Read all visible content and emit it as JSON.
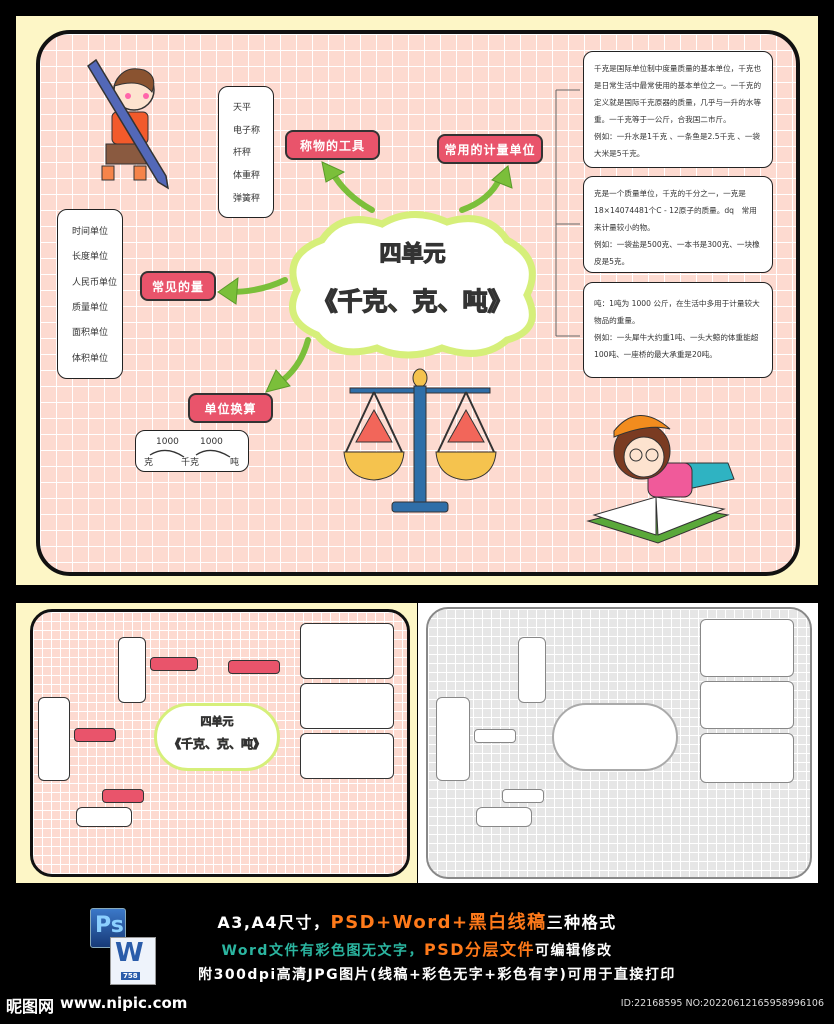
{
  "poster": {
    "center_title_line1": "四单元",
    "center_title_line2": "《千克、克、吨》",
    "branches": {
      "tools": "称物的工具",
      "units": "常用的计量单位",
      "common": "常见的量",
      "conversion": "单位换算"
    },
    "tools_list": [
      "天平",
      "电子称",
      "杆秤",
      "体重秤",
      "弹簧秤"
    ],
    "common_list": [
      "时间单位",
      "长度单位",
      "人民币单位",
      "质量单位",
      "面积单位",
      "体积单位"
    ],
    "conversion": {
      "rate1": "1000",
      "rate2": "1000",
      "unit1": "克",
      "unit2": "千克",
      "unit3": "吨"
    },
    "info_boxes": [
      {
        "lines": [
          "千克是国际单位制中度量质量的基本单位，千克也是日常生活中最常使用的基本单位之一。一千克的定义就是国际千克原器的质量，几乎与一升的水等重。一千克等于一公斤，合我国二市斤。",
          "例如：一升水是1千克 、一条鱼是2.5千克 、一袋大米是5千克。"
        ]
      },
      {
        "lines": [
          "克是一个质量单位，千克的千分之一，一克是18×14074481个C - 12原子的质量。dq　常用来计量较小的物。",
          "例如：一袋盐是500克、一本书是300克、一块橡皮是5克。"
        ]
      },
      {
        "lines": [
          "吨：1吨为 1000 公斤，在生活中多用于计量较大物品的重量。",
          "例如：一头犀牛大约重1吨、一头大鲸的体重能超100吨、一座桥的最大承重是20吨。"
        ]
      }
    ],
    "thumb_title_line1": "四单元",
    "thumb_title_line2": "《千克、克、吨》"
  },
  "footer": {
    "line1_a": "A3,A4尺寸，",
    "line1_b": "PSD+Word+黑白线稿",
    "line1_c": "三种格式",
    "line2_a": "Word文件有彩色图无文字，",
    "line2_b": "PSD分层文件",
    "line2_c": "可编辑修改",
    "line3": "附300dpi高清JPG图片(线稿+彩色无字+彩色有字)可用于直接打印",
    "ps_label": "Ps",
    "word_label": "W",
    "word_sub": "758",
    "site_logo": "昵图网",
    "site_url": "www.nipic.com",
    "id_text": "ID:22168595 NO:20220612165958996106"
  },
  "colors": {
    "pink_pill": "#e9546b",
    "grid_bg": "#fddad0",
    "panel_bg": "#fdf6c6",
    "title_yellow": "#f7e51e",
    "arrow_green": "#7bbf3a",
    "orange": "#ff7a1a",
    "teal": "#2bb5a0"
  }
}
